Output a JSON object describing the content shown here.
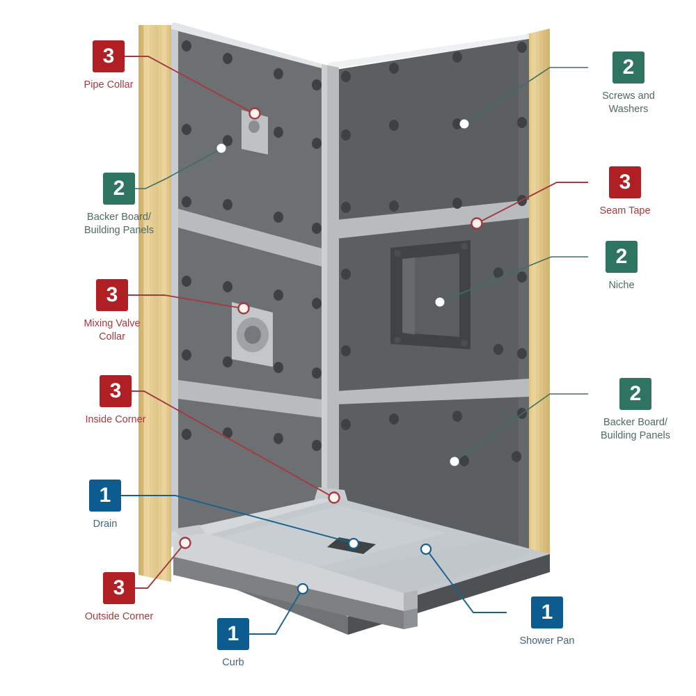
{
  "diagram": {
    "title": "Shower Waterproofing System Cutaway Diagram",
    "type": "exploded-cutaway-illustration",
    "background_color": "#ffffff",
    "legend_colors": {
      "tier1_blue": "#0d5c90",
      "tier2_green": "#2e7461",
      "tier3_red": "#b01f24",
      "caption_red": "#a33a40",
      "caption_green": "#4e6a64",
      "caption_blue": "#44657a"
    },
    "scene_colors": {
      "panel_face_left": "#6d7073",
      "panel_face_right": "#5c5f62",
      "seam_tape": "#b9bcbf",
      "wood_stud": "#e8cf8f",
      "pan_top": "#c3c9cd",
      "pan_edge": "#4e5153",
      "curb": "#7d8184",
      "screw_dot": "#3e4144",
      "drain": "#3f4346"
    }
  },
  "callouts": [
    {
      "id": "pipe-collar",
      "number": "3",
      "tier": "red",
      "label": "Pipe Collar"
    },
    {
      "id": "backer-board-left",
      "number": "2",
      "tier": "green",
      "label": "Backer Board/\nBuilding Panels"
    },
    {
      "id": "mixing-valve-collar",
      "number": "3",
      "tier": "red",
      "label": "Mixing Valve\nCollar"
    },
    {
      "id": "inside-corner",
      "number": "3",
      "tier": "red",
      "label": "Inside Corner"
    },
    {
      "id": "drain",
      "number": "1",
      "tier": "blue",
      "label": "Drain"
    },
    {
      "id": "outside-corner",
      "number": "3",
      "tier": "red",
      "label": "Outside Corner"
    },
    {
      "id": "curb",
      "number": "1",
      "tier": "blue",
      "label": "Curb"
    },
    {
      "id": "screws-and-washers",
      "number": "2",
      "tier": "green",
      "label": "Screws and\nWashers"
    },
    {
      "id": "seam-tape",
      "number": "3",
      "tier": "red",
      "label": "Seam Tape"
    },
    {
      "id": "niche",
      "number": "2",
      "tier": "green",
      "label": "Niche"
    },
    {
      "id": "backer-board-right",
      "number": "2",
      "tier": "green",
      "label": "Backer Board/\nBuilding Panels"
    },
    {
      "id": "shower-pan",
      "number": "1",
      "tier": "blue",
      "label": "Shower Pan"
    }
  ]
}
